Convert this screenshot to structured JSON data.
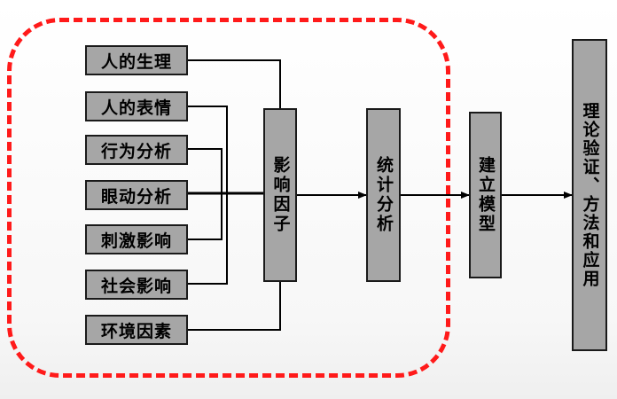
{
  "factors": [
    {
      "label": "人的生理"
    },
    {
      "label": "人的表情"
    },
    {
      "label": "行为分析"
    },
    {
      "label": "眼动分析"
    },
    {
      "label": "刺激影响"
    },
    {
      "label": "社会影响"
    },
    {
      "label": "环境因素"
    }
  ],
  "stages": {
    "influence": "影响因子",
    "statistics": "统计分析",
    "model": "建立模型",
    "theory": "理论验证、方法和应用"
  },
  "colors": {
    "box_fill": "#a6a6a6",
    "border": "#1a1a1a",
    "highlight_dash": "#ff1a1a"
  }
}
